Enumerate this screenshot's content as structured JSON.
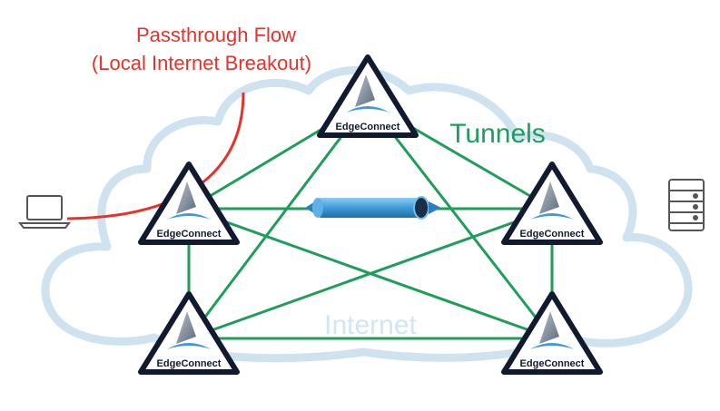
{
  "passthrough": {
    "line1": "Passthrough Flow",
    "line2": "(Local Internet Breakout)"
  },
  "tunnels_label": "Tunnels",
  "internet_label": "Internet",
  "nodes": {
    "top": "EdgeConnect",
    "left": "EdgeConnect",
    "right": "EdgeConnect",
    "bottom_left": "EdgeConnect",
    "bottom_right": "EdgeConnect"
  },
  "colors": {
    "passthrough": "#e8312a",
    "tunnel": "#1e9e5a",
    "cloud_outline": "#cfe2f0",
    "internet_text": "#cfe6f4",
    "triangle_border": "#111a2e",
    "pipe": "#3d9bd7",
    "icon": "#555555"
  },
  "icons": {
    "client": "laptop-icon",
    "server": "server-rack-icon",
    "tunnel": "tunnel-pipe-icon"
  }
}
